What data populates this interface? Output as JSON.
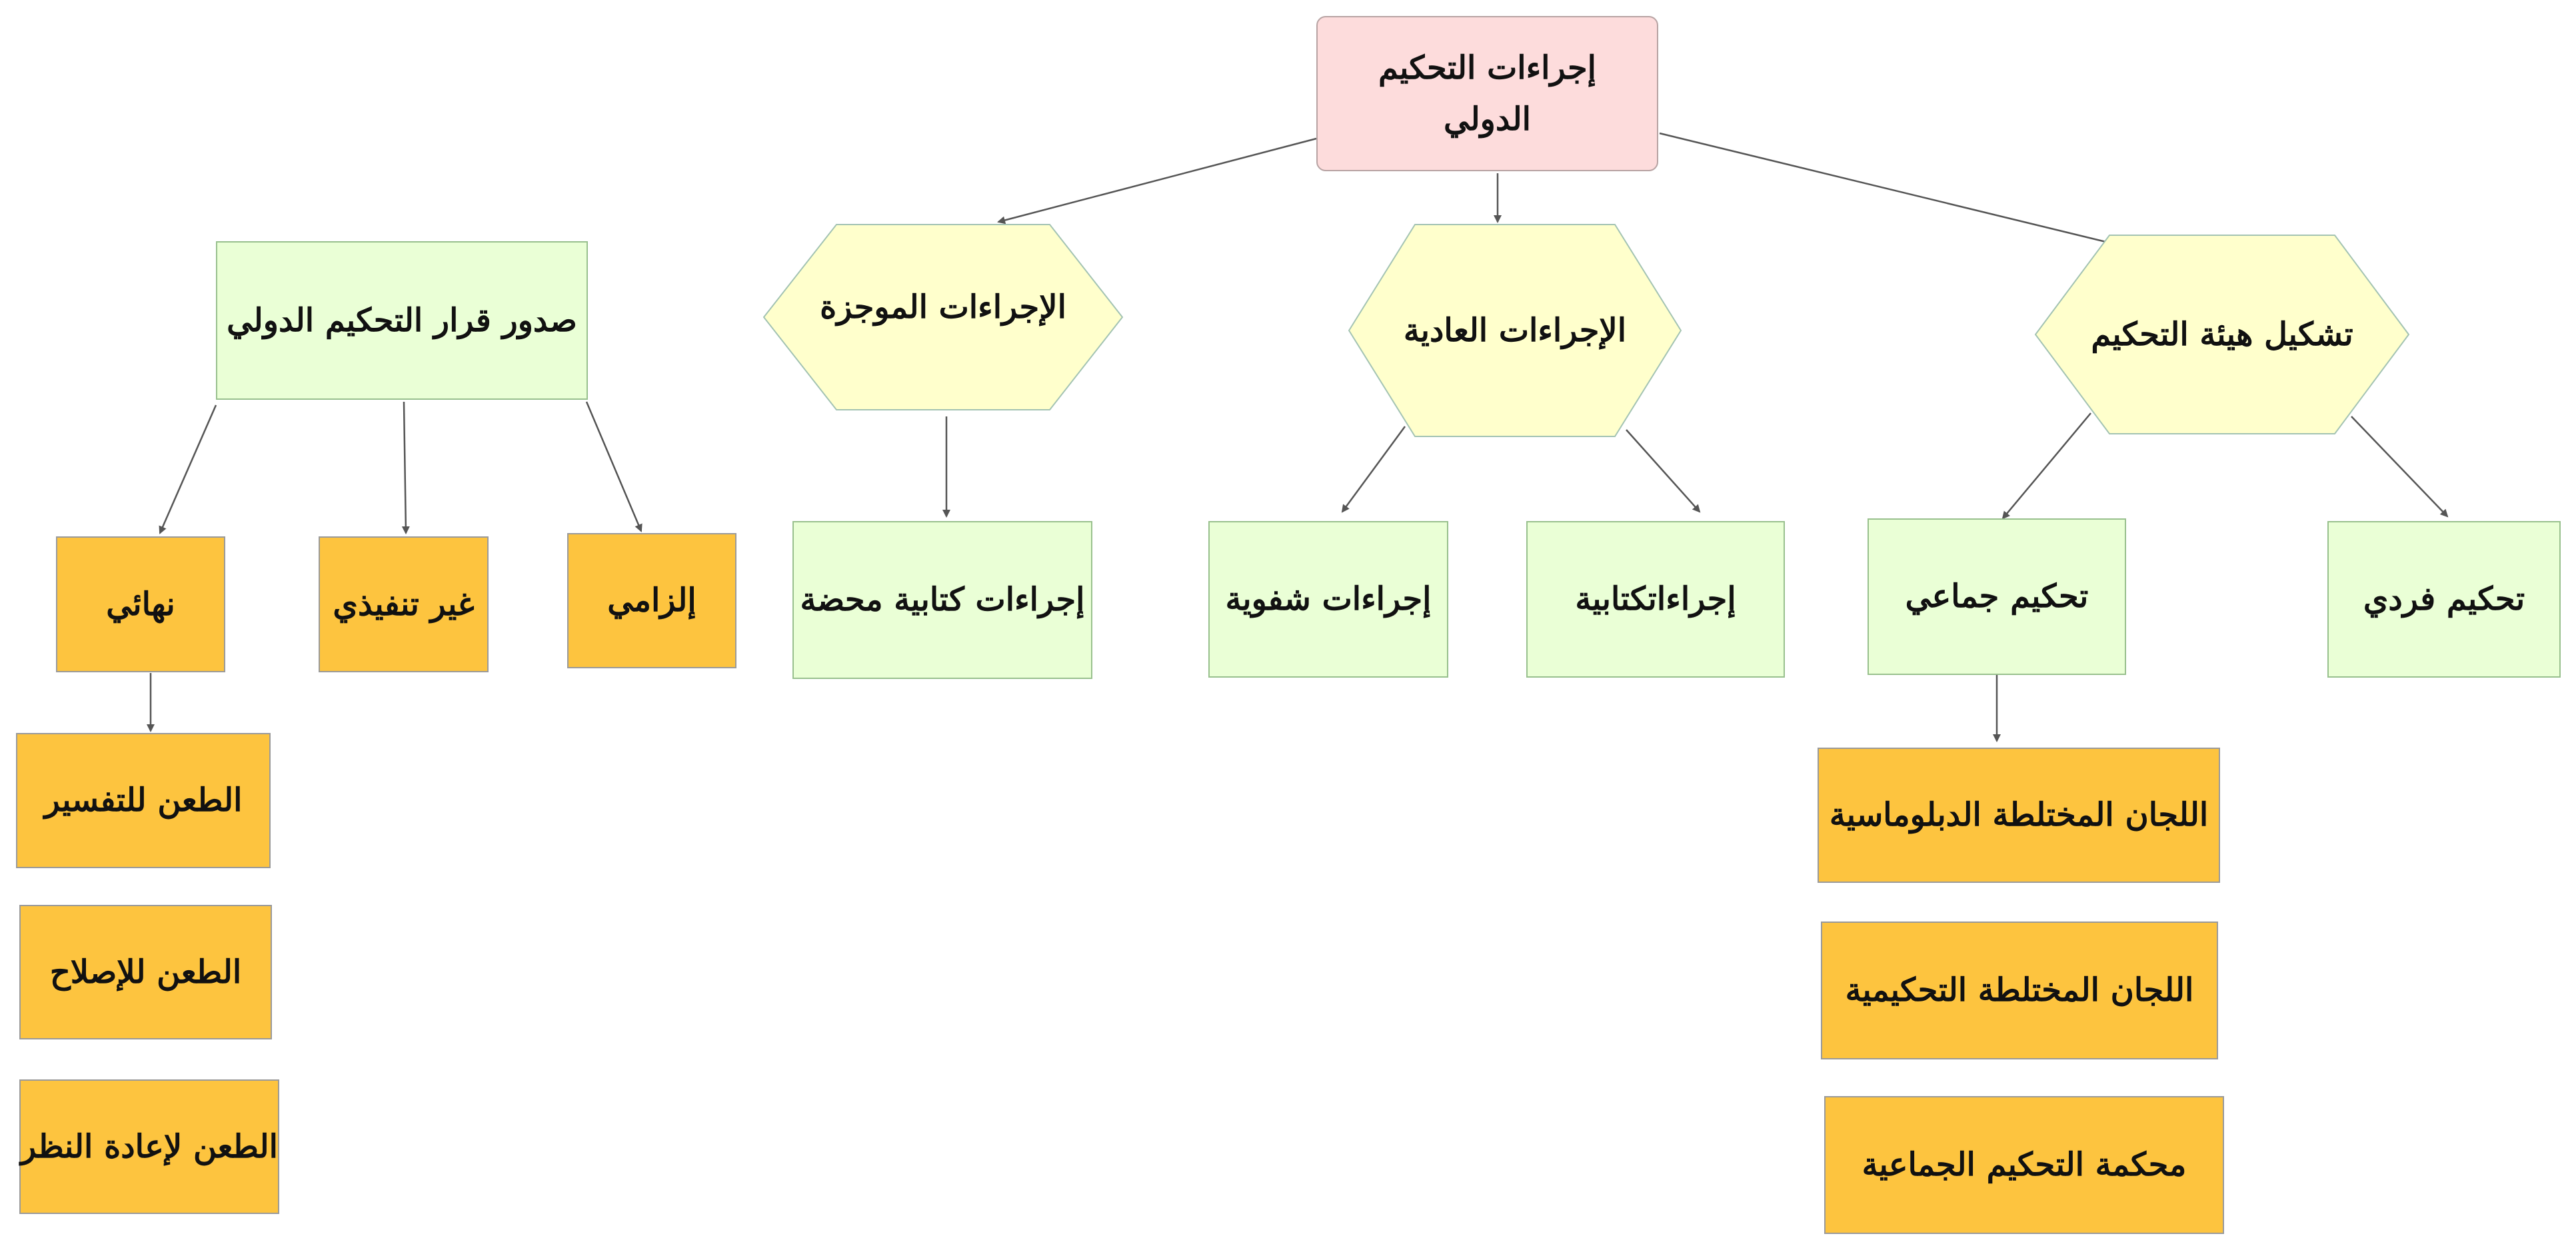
{
  "diagram": {
    "root": {
      "label_1": "إجراءات التحكيم",
      "label_2": "الدولي"
    },
    "hex_summary": "الإجراءات الموجزة",
    "hex_ordinary": "الإجراءات العادية",
    "hex_tribunal": "تشكيل هيئة التحكيم",
    "award": "صدور قرار التحكيم الدولي",
    "written_only": "إجراءات كتابية محضة",
    "oral": "إجراءات شفوية",
    "written": "إجراءاتكتابية",
    "collective": "تحكيم جماعي",
    "individual": "تحكيم فردي",
    "final": "نهائي",
    "non_executive": "غير تنفيذي",
    "binding": "إلزامي",
    "appeal_interpretation": "الطعن للتفسير",
    "appeal_correction": "الطعن للإصلاح",
    "appeal_review": "الطعن لإعادة النظر",
    "mixed_diplomatic": "اللجان المختلطة الدبلوماسية",
    "mixed_arbitral": "اللجان المختلطة التحكيمية",
    "collective_court": "محكمة التحكيم الجماعية"
  },
  "colors": {
    "root_fill": "#fddcdc",
    "hexagon_fill": "#ffffcc",
    "green_fill": "#eaffd6",
    "orange_fill": "#fdc43f",
    "edge": "#555555"
  }
}
